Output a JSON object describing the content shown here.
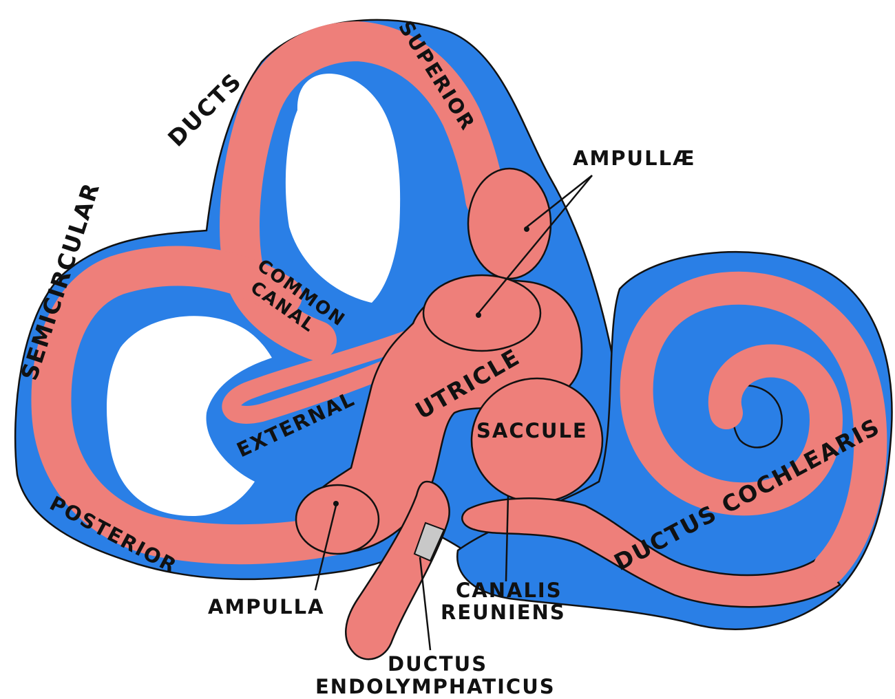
{
  "colors": {
    "perilymph_blue": "#2a7fe6",
    "endolymph_pink": "#ee7f7a",
    "outline": "#111111",
    "sac_grey": "#c8c8c8",
    "background": "#ffffff"
  },
  "labels": {
    "semicircular": "SEMICIRCULAR",
    "ducts": "DUCTS",
    "superior": "SUPERIOR",
    "ampullae": "AMPULLÆ",
    "common": "COMMON",
    "canal": "CANAL",
    "external": "EXTERNAL",
    "utricle": "UTRICLE",
    "saccule": "SACCULE",
    "posterior": "POSTERIOR",
    "ampulla": "AMPULLA",
    "canalis": "CANALIS",
    "reuniens": "REUNIENS",
    "ductus_1": "DUCTUS",
    "endolymphaticus": "ENDOLYMPHATICUS",
    "ductus_cochlearis": "DUCTUS COCHLEARIS"
  }
}
